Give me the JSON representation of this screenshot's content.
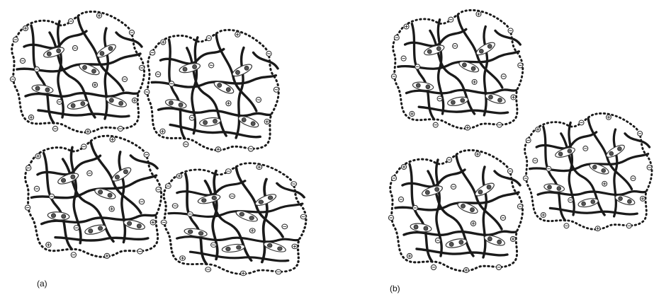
{
  "figure": {
    "panels": [
      {
        "id": "a",
        "label": "(a)",
        "clusters": 4
      },
      {
        "id": "b",
        "label": "(b)",
        "clusters": 3
      }
    ],
    "legend_glyphs": {
      "negative_charge": "minus-in-circle",
      "positive_charge": "plus-in-circle",
      "crosslink": "eye-shaped-junction"
    },
    "colors": {
      "ink": "#1a1a1a",
      "background": "#ffffff"
    }
  }
}
